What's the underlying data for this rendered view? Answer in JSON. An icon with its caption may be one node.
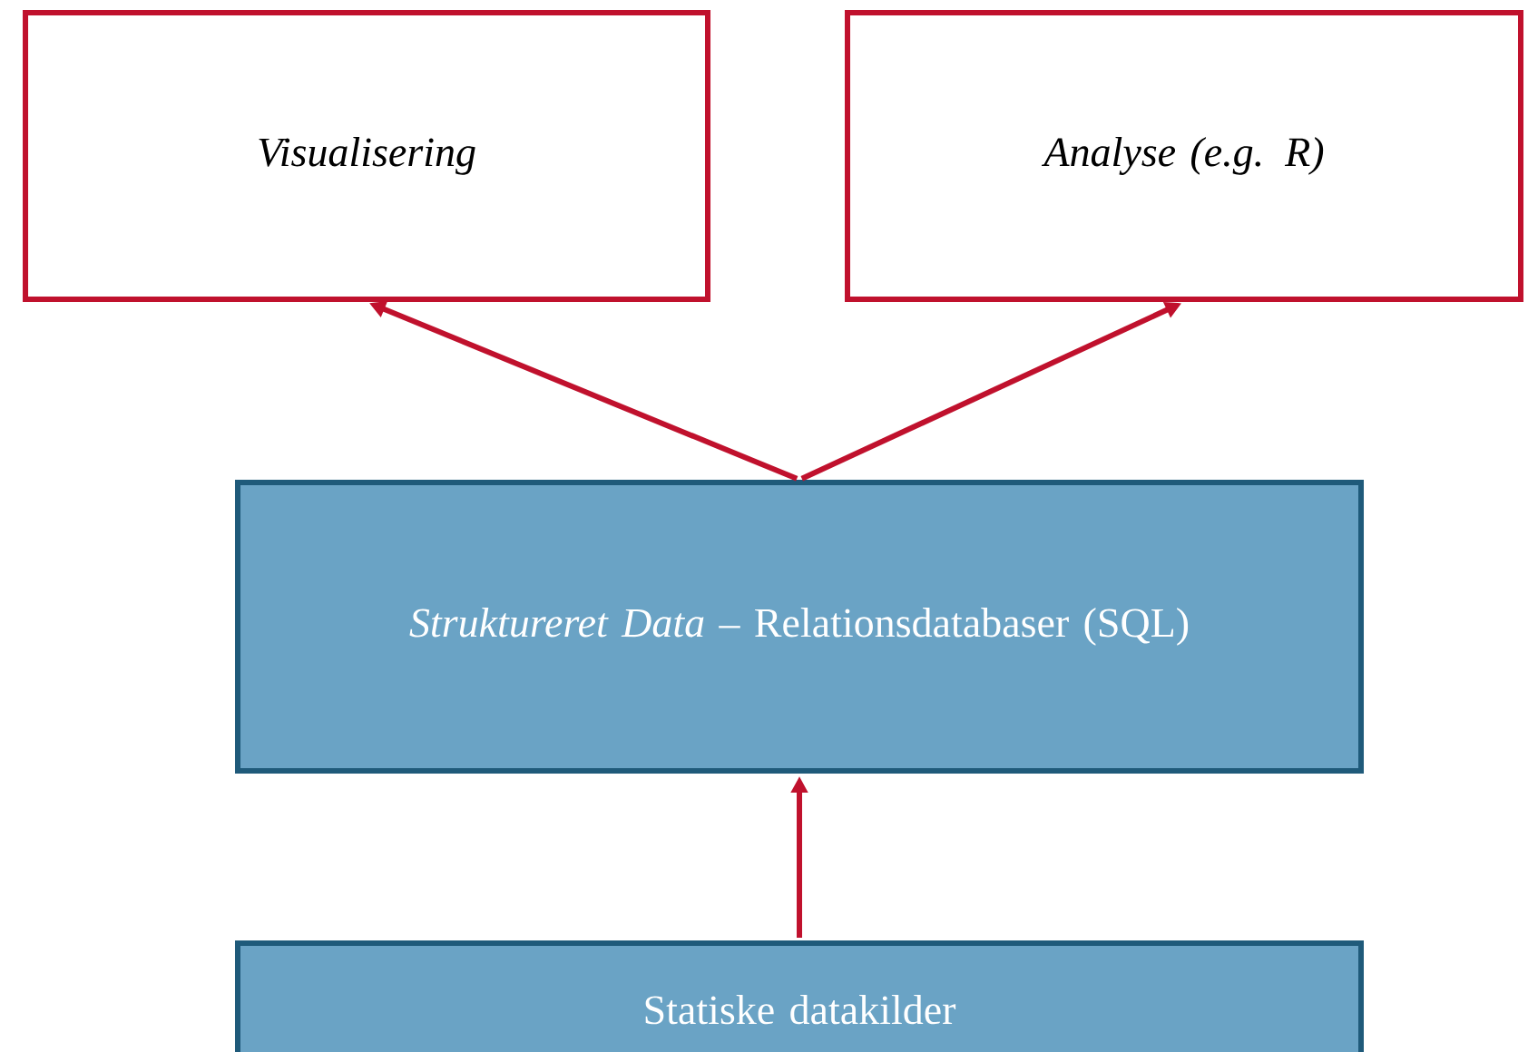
{
  "diagram": {
    "nodes": [
      {
        "text": [
          "Visualisering"
        ]
      },
      {
        "text": [
          "Analyse (e.g. R)"
        ]
      },
      {
        "text": [
          "*Struktureret Data* – Relationsdatabaser (SQL)"
        ]
      },
      {
        "text": [
          "Statiske datakilder"
        ]
      }
    ],
    "edges": [
      {
        "from": 2,
        "to": 0,
        "arrow": "to"
      },
      {
        "from": 2,
        "to": 1,
        "arrow": "to"
      },
      {
        "from": 3,
        "to": 2,
        "arrow": "to"
      }
    ]
  }
}
